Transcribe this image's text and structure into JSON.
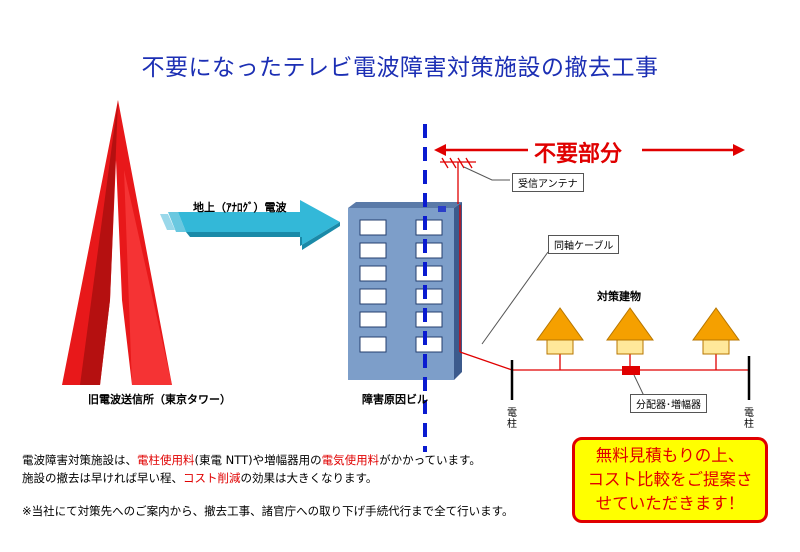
{
  "title": "不要になったテレビ電波障害対策施設の撤去工事",
  "labels": {
    "unneeded_part": "不要部分",
    "antenna": "受信アンテナ",
    "coax": "同軸ケーブル",
    "target_buildings": "対策建物",
    "distributor": "分配器･増幅器",
    "pole": "電柱",
    "wave": "地上（ｱﾅﾛｸﾞ）電波",
    "transmitter": "旧電波送信所（東京タワー）",
    "building": "障害原因ビル"
  },
  "notes": {
    "line1_a": "電波障害対策施設は、",
    "line1_b": "電柱使用料",
    "line1_c": "(東電 NTT)や増幅器用の",
    "line1_d": "電気使用料",
    "line1_e": "がかかっています。",
    "line2_a": "施設の撤去は早ければ早い程、",
    "line2_b": "コスト削減",
    "line2_c": "の効果は大きくなります。",
    "line3": "※当社にて対策先へのご案内から、撤去工事、諸官庁への取り下げ手続代行まで全て行います。"
  },
  "promo": {
    "line1": "無料見積もりの上、",
    "line2": "コスト比較をご提案さ",
    "line3": "せていただきます！"
  },
  "colors": {
    "title": "#1c2fb4",
    "tower": "#e8181a",
    "arrow": "#33b8d8",
    "building": "#7d9ec9",
    "dashed_line": "#0a1bd0",
    "red": "#e00000",
    "house_roof": "#f5a000",
    "house_body": "#ffe89a",
    "promo_bg": "#ffff00"
  }
}
